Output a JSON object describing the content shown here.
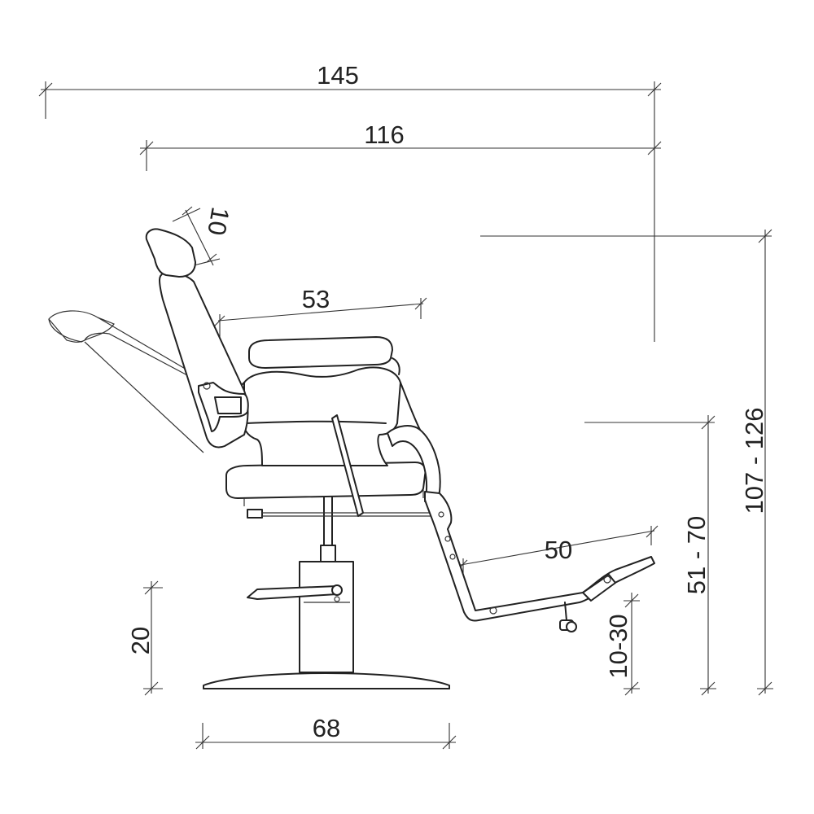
{
  "colors": {
    "line": "#222222",
    "background": "#ffffff"
  },
  "dimensions": {
    "overall_length": "145",
    "reclined_length": "116",
    "headrest_adjust": "10",
    "seat_depth": "53",
    "footrest_length": "50",
    "overall_height": "107 - 126",
    "seat_height": "51 - 70",
    "footrest_height": "10-30",
    "base_height": "20",
    "base_diameter": "68"
  }
}
